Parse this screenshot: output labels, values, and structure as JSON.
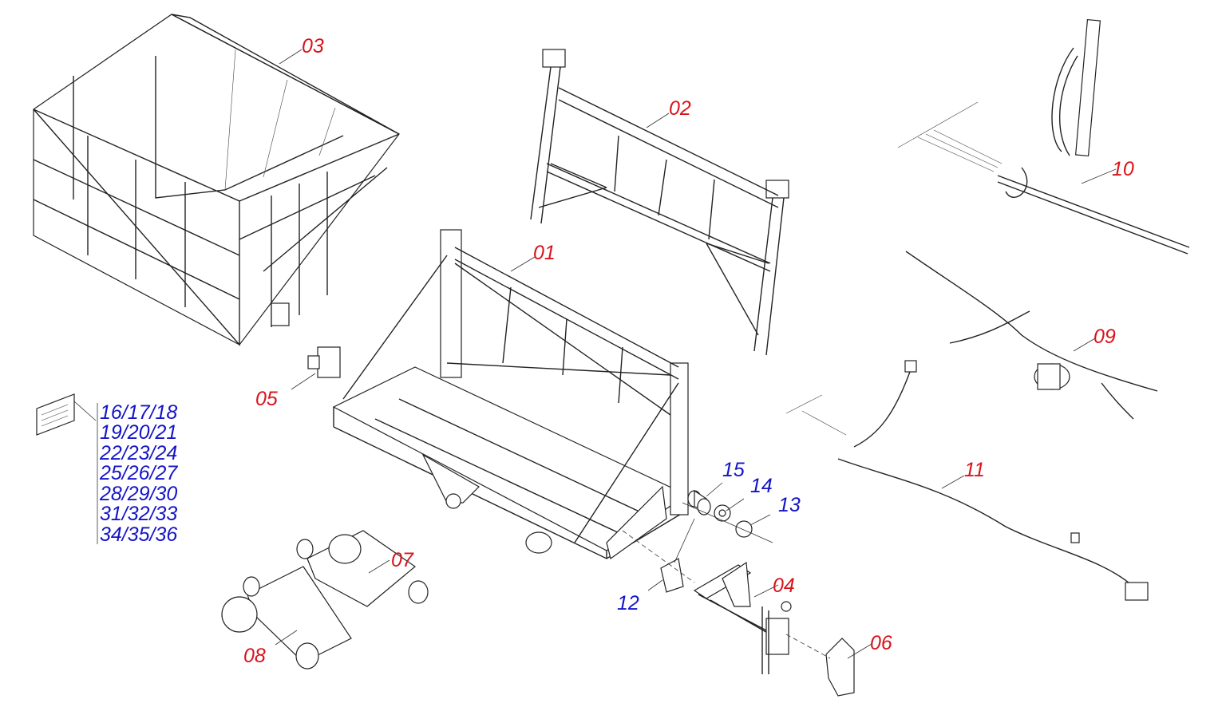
{
  "colors": {
    "primary_parts": "#d8141b",
    "hardware_parts": "#1414c8"
  },
  "callouts": {
    "p01": "01",
    "p02": "02",
    "p03": "03",
    "p04": "04",
    "p05": "05",
    "p06": "06",
    "p07": "07",
    "p08": "08",
    "p09": "09",
    "p10": "10",
    "p11": "11",
    "p12": "12",
    "p13": "13",
    "p14": "14",
    "p15": "15"
  },
  "label_group": [
    "16/17/18",
    "19/20/21",
    "22/23/24",
    "25/26/27",
    "28/29/30",
    "31/32/33",
    "34/35/36"
  ]
}
